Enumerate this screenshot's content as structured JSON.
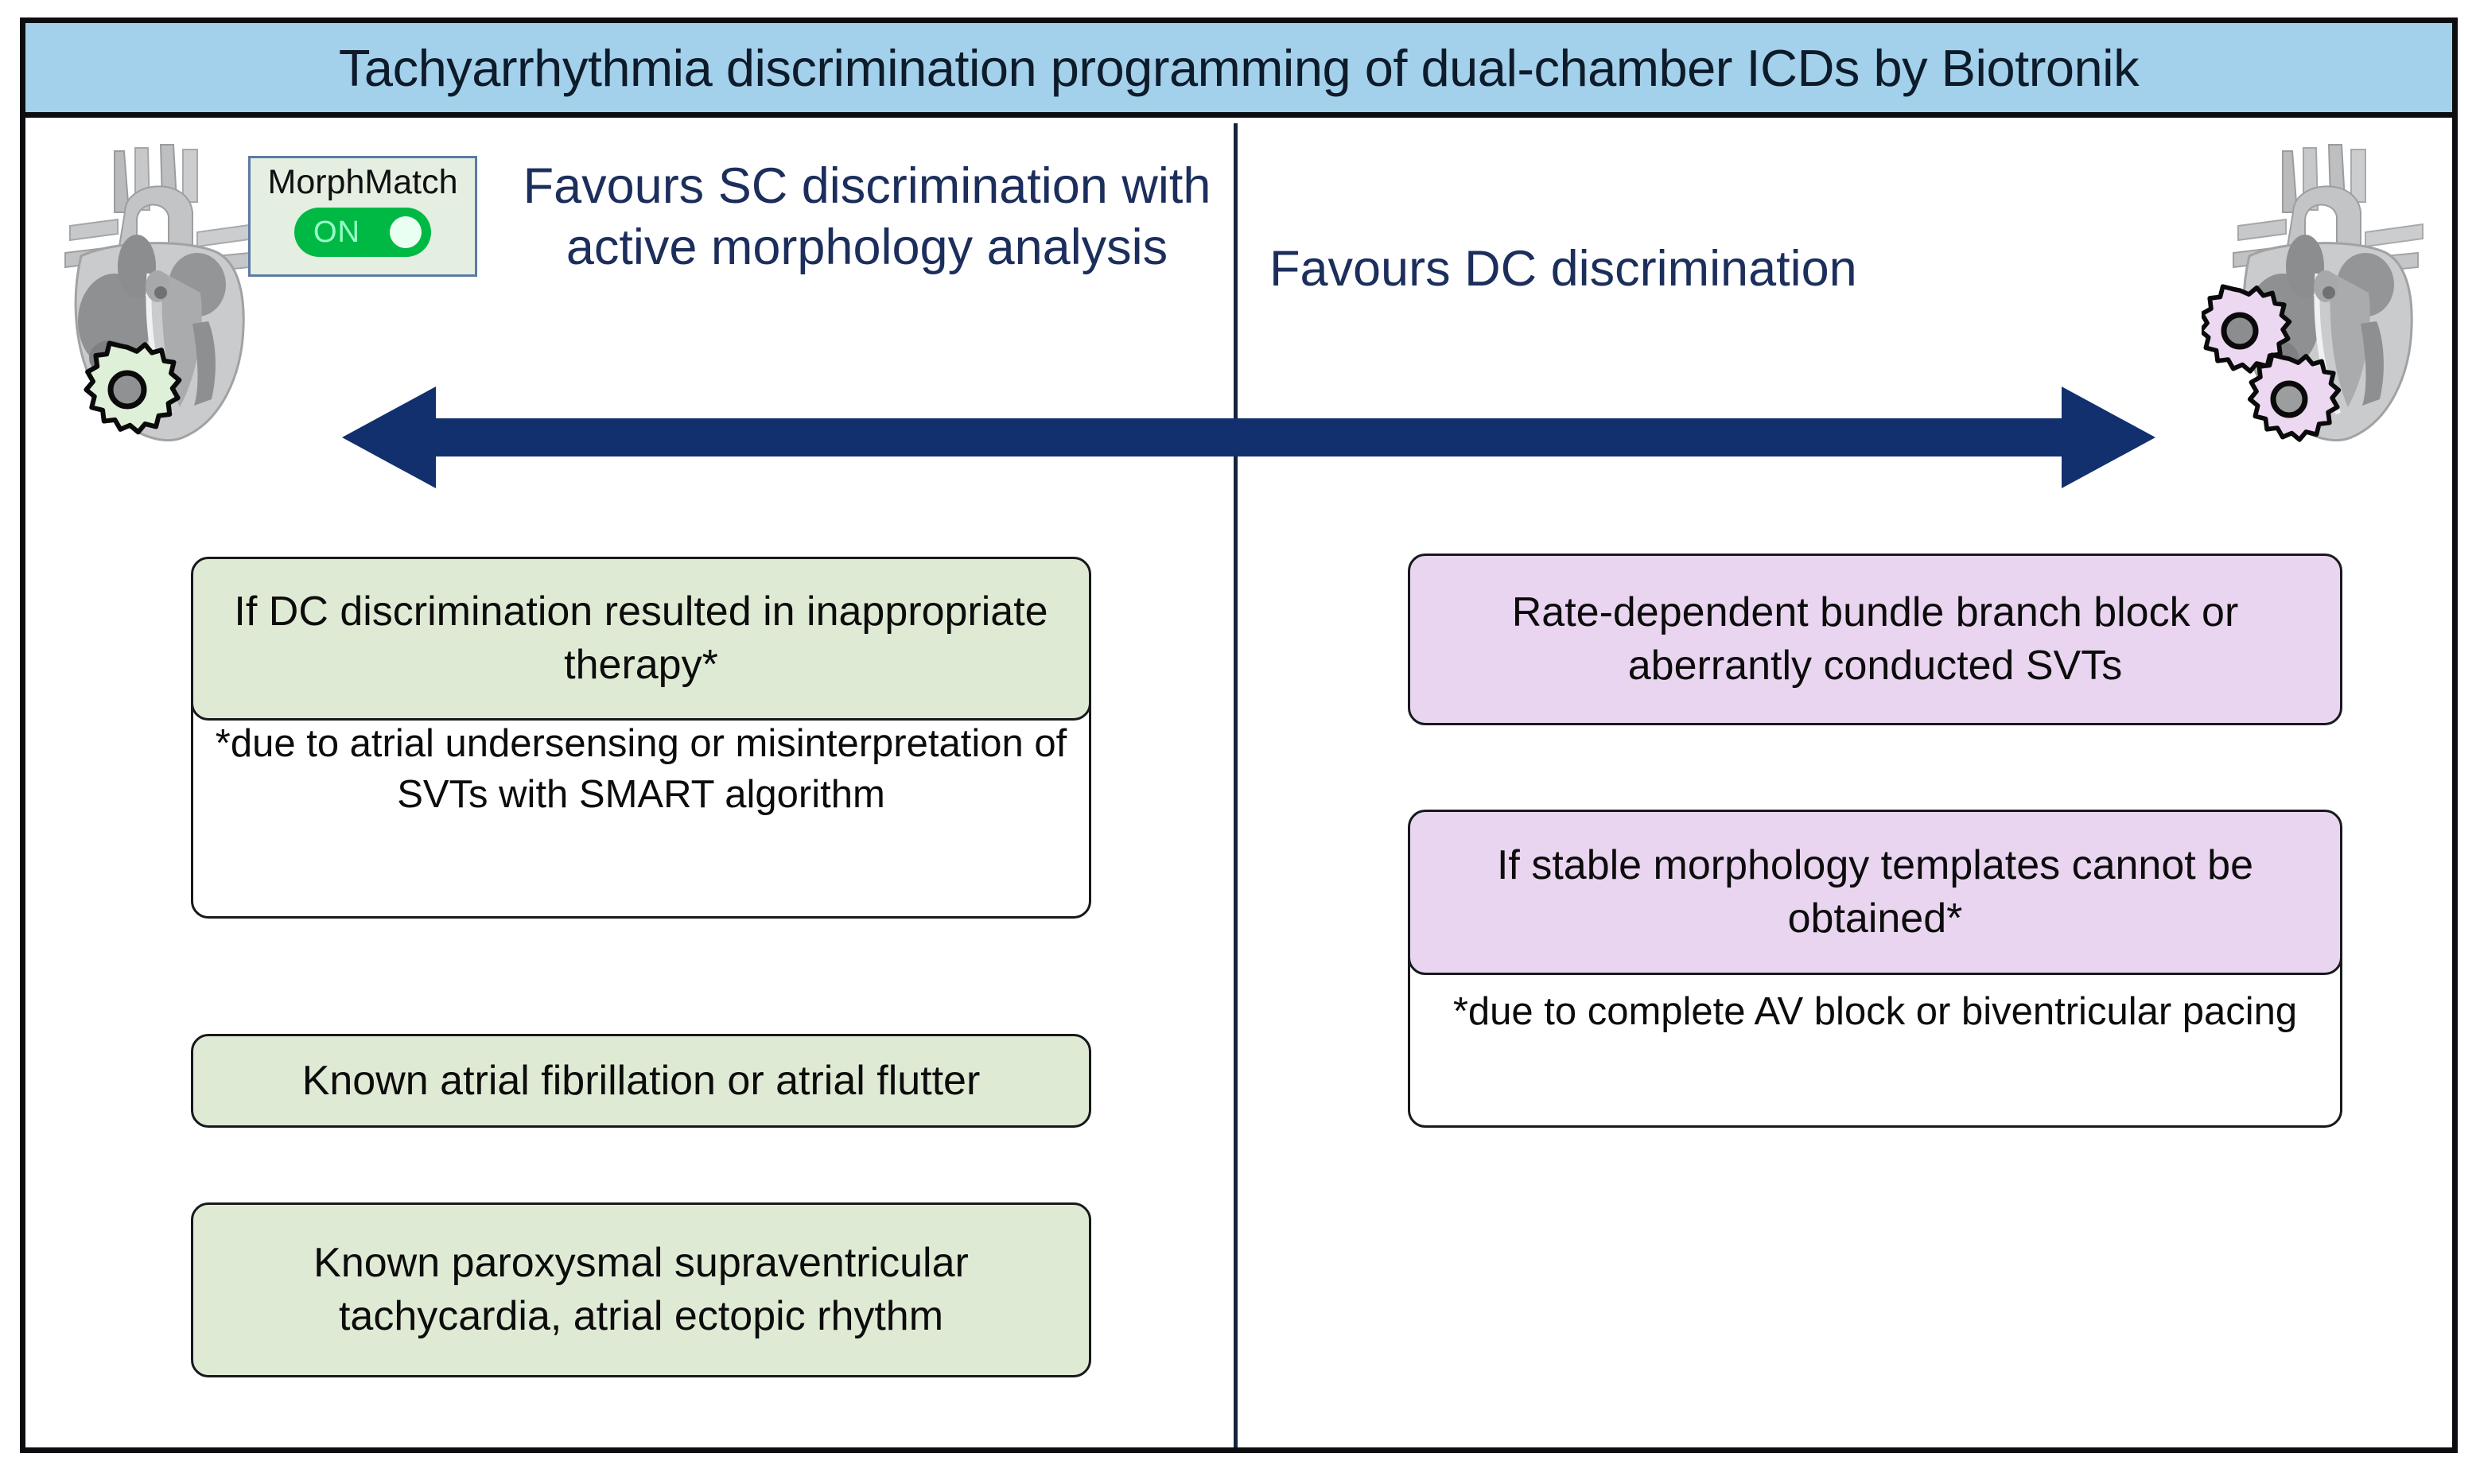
{
  "header": {
    "title": "Tachyarrhythmia discrimination programming of dual-chamber ICDs by Biotronik",
    "band_color": "#a3d0ea"
  },
  "axis": {
    "left_heading": "Favours SC discrimination with active morphology analysis",
    "right_heading": "Favours DC discrimination",
    "arrow_color": "#12306e",
    "arrow_type": "double-headed-horizontal"
  },
  "morph_match": {
    "label": "MorphMatch",
    "toggle_state": "ON",
    "toggle_color": "#00b944",
    "panel_bg": "#e4efe2",
    "panel_border": "#5c7aa6"
  },
  "icons": {
    "left_heart": "heart-with-one-gear-icon",
    "right_heart": "heart-with-two-gears-icon",
    "left_gear_color": "#dff0d8",
    "right_gear_color": "#edd8f2"
  },
  "left_column": {
    "accent_color": "#dfead4",
    "items": [
      {
        "text": "If DC discrimination resulted in inappropriate therapy*",
        "footnote": "*due to atrial undersensing or misinterpretation of SVTs with SMART algorithm"
      },
      {
        "text": "Known atrial fibrillation or atrial flutter",
        "footnote": null
      },
      {
        "text": "Known paroxysmal supraventricular tachycardia, atrial ectopic rhythm",
        "footnote": null
      }
    ]
  },
  "right_column": {
    "accent_color": "#e9d5f0",
    "items": [
      {
        "text": "Rate-dependent bundle branch block or aberrantly conducted SVTs",
        "footnote": null
      },
      {
        "text": "If stable morphology templates cannot be obtained*",
        "footnote": "*due to complete AV block or biventricular pacing"
      }
    ]
  }
}
